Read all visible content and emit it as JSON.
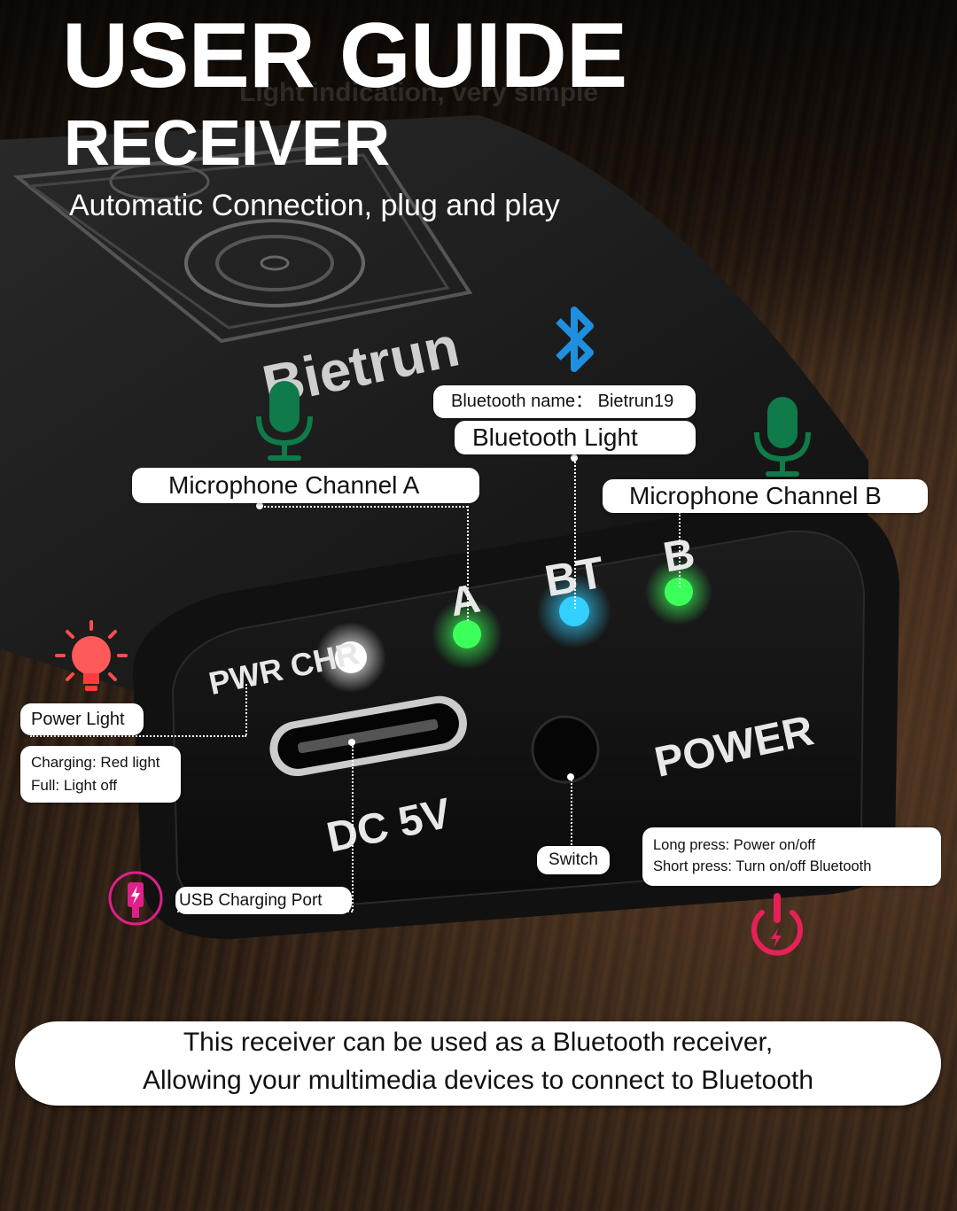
{
  "header": {
    "title": "USER GUIDE",
    "subtitle": "RECEIVER",
    "tagline": "Automatic Connection, plug and play",
    "faded_text": "Light indication, very simple"
  },
  "device": {
    "brand": "Bietrun",
    "led_a": "A",
    "led_bt": "BT",
    "led_b": "B",
    "pwr_chr": "PWR CHR",
    "dc_label": "DC 5V",
    "power_label": "POWER"
  },
  "callouts": {
    "bluetooth_name": "Bluetooth name： Bietrun19",
    "bluetooth_light": "Bluetooth Light",
    "mic_a": "Microphone Channel A",
    "mic_b": "Microphone Channel B",
    "power_light": "Power Light",
    "charging_line1": "Charging: Red light",
    "charging_line2": "Full: Light off",
    "usb_port": "USB Charging Port",
    "switch": "Switch",
    "press_line1": "Long press: Power on/off",
    "press_line2": "Short press: Turn on/off Bluetooth"
  },
  "footer": {
    "line1": "This receiver can be used as a Bluetooth receiver,",
    "line2": "Allowing your multimedia devices to connect to Bluetooth"
  },
  "colors": {
    "led_green": "#3cff5a",
    "led_blue": "#33d0ff",
    "led_white": "#ffffff",
    "mic_icon": "#0f7a4a",
    "bluetooth_icon": "#1f8fe0",
    "bulb_red": "#ff4d4d",
    "usb_icon": "#e0208a",
    "power_icon": "#e62058"
  },
  "icons": [
    "microphone-icon",
    "bluetooth-icon",
    "light-bulb-icon",
    "usb-icon",
    "power-icon"
  ]
}
